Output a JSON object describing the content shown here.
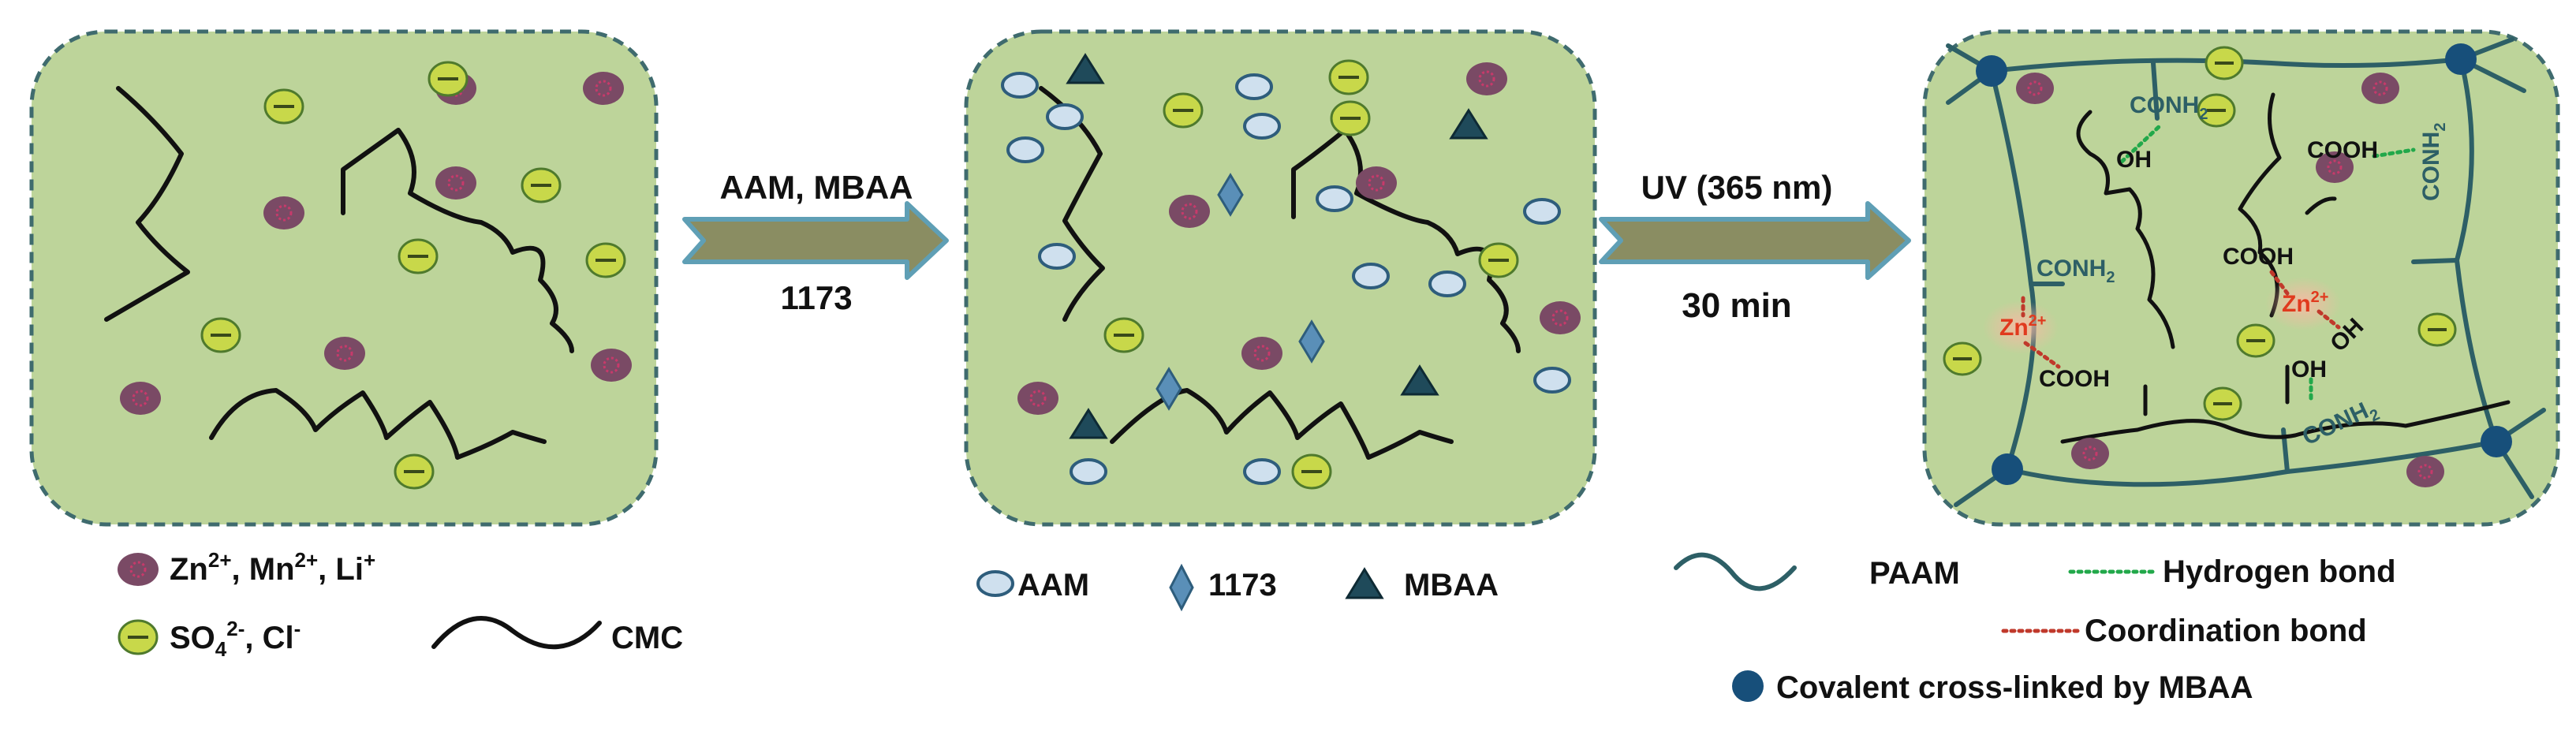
{
  "colors": {
    "panel_fill": "#bdd49a",
    "panel_border": "#3f6b6e",
    "ion_cation": "#7a4a65",
    "ion_cation_mark": "#c73a6b",
    "ion_anion": "#c8d84a",
    "ion_anion_ring": "#4f7a2d",
    "aam_fill": "#cfe0ee",
    "aam_ring": "#2e5d7c",
    "photoinitiator": "#5a8fb8",
    "mbaa": "#1f4a5a",
    "chain_cmc": "#111111",
    "chain_paam": "#2d5f66",
    "crosslink_node": "#174f7a",
    "hbond": "#22a84a",
    "coord_bond": "#c0392b",
    "zinc_label": "#e03a1e",
    "zinc_glow": "#f6b7a6",
    "arrow_fill": "#8a8d62",
    "arrow_outline": "#5f9fb5"
  },
  "step1": {
    "reagents": "AAM, MBAA",
    "initiator": "1173"
  },
  "step2": {
    "condition": "UV (365 nm)",
    "time": "30 min"
  },
  "panel3_groups": {
    "conh2": "CONH",
    "sub2": "2",
    "oh": "OH",
    "cooh": "COOH",
    "zn": "Zn",
    "zn_charge": "2+"
  },
  "legend_panel1": {
    "cations_zn": "Zn",
    "cations_zn_charge": "2+",
    "cations_sep1": ", Mn",
    "cations_mn_charge": "2+",
    "cations_sep2": ",  Li",
    "cations_li_charge": "+",
    "anions_so": "SO",
    "anions_so_sub": "4",
    "anions_so_charge": "2-",
    "anions_cl": ", Cl",
    "anions_cl_charge": "-",
    "cmc": "CMC"
  },
  "legend_panel2": {
    "aam": "AAM",
    "initiator": "1173",
    "mbaa": "MBAA"
  },
  "legend_panel3": {
    "paam": "PAAM",
    "hydrogen_bond": "Hydrogen bond",
    "coordination_bond": "Coordination bond",
    "covalent": "Covalent cross-linked by MBAA"
  }
}
